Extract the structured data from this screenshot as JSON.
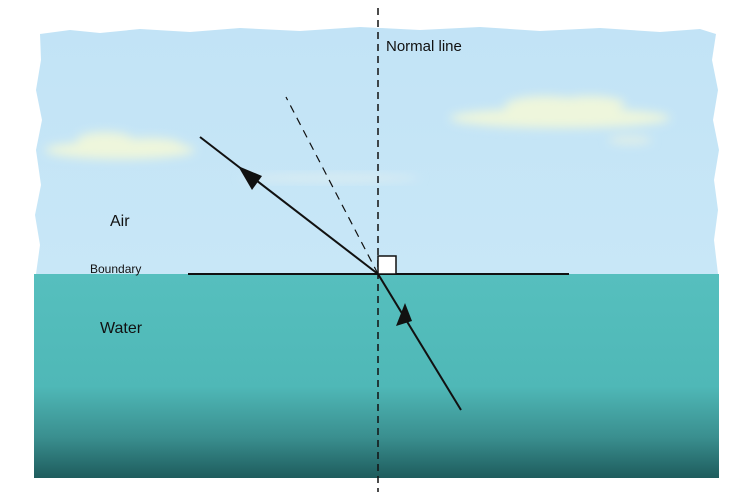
{
  "labels": {
    "normal_line": "Normal line",
    "air": "Air",
    "boundary": "Boundary",
    "water": "Water"
  },
  "colors": {
    "sky_top": "#c3e4f6",
    "sky_bottom": "#c9e7f7",
    "water_top": "#57bfbe",
    "water_mid": "#50b6b6",
    "water_bottom": "#1f5f60",
    "cloud": "#eef6dc",
    "line": "#111111"
  }
}
